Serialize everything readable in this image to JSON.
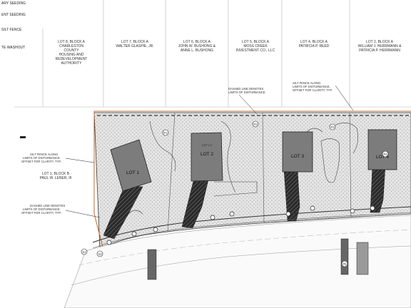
{
  "legend": {
    "items": [
      {
        "label": "ARY SEEDING"
      },
      {
        "label": "ENT SEEDING"
      },
      {
        "label": "SILT FENCE"
      },
      {
        "label": "TE WASHOUT"
      }
    ]
  },
  "top_parcels": [
    {
      "lines": [
        "LOT 8, BLOCK A",
        "CHARLESTON",
        "COUNTY",
        "HOUSING AND",
        "REDEVELOPMENT",
        "AUTHORITY"
      ]
    },
    {
      "lines": [
        "LOT 7, BLOCK A",
        "WALTER GLASPIE, JR."
      ]
    },
    {
      "lines": [
        "LOT 6, BLOCK A",
        "JOHN W. BUSHONG &",
        "ANNE L. BUSHONG"
      ]
    },
    {
      "lines": [
        "LOT 5, BLOCK A",
        "MOSS CREEK",
        "INVESTMENT CO., LLC"
      ]
    },
    {
      "lines": [
        "LOT 4, BLOCK A",
        "PATRICIA P. REED"
      ]
    },
    {
      "lines": [
        "LOT 2, BLOCK A",
        "WILLIAM J. HERRMANN &",
        "PATRICIA P. HERRMANN"
      ]
    }
  ],
  "lots": {
    "lot1": "LOT 1",
    "lot2": "LOT 2",
    "lot3": "LOT 3",
    "lot4": "LOT 4"
  },
  "lot_la": "LOT LA",
  "callouts": {
    "dashed_top": [
      "DASHED LINE DENOTES",
      "LIMITS OF DISTURBANCE"
    ],
    "silt_top": [
      "SILT FENCE ALONG",
      "LIMITS OF DISTURBANCE.",
      "OFFSET FOR CLARITY, TYP."
    ],
    "silt_left": [
      "SILT FENCE ALONG",
      "LIMITS OF DISTURBANCE.",
      "OFFSET FOR CLARITY, TYP."
    ],
    "dashed_left": [
      "DASHED LINE DENOTES",
      "LIMITS OF DISTURBANCE.",
      "OFFSET FOR CLARITY, TYP."
    ]
  },
  "left_parcel": [
    "LOT 1, BLOCK B",
    "PAUL W. LENER, III"
  ],
  "markers": {
    "p1": "P1",
    "p2": "P2",
    "p3": "P3",
    "p4": "P4",
    "p5": "P5",
    "s1": "S1",
    "s2": "S2"
  }
}
